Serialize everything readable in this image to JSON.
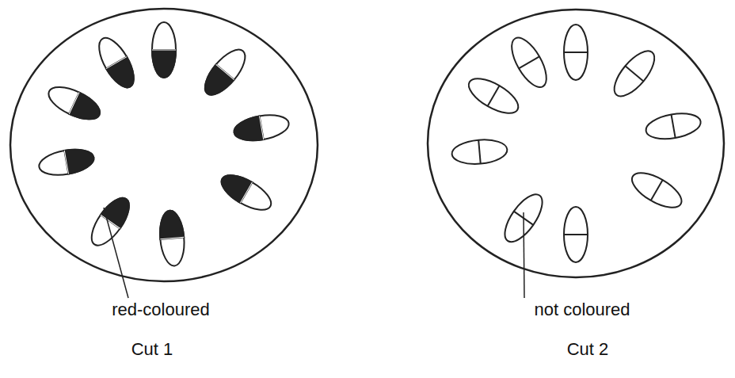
{
  "diagram": {
    "labels": [
      "red-coloured",
      "Cut 1",
      "not coloured",
      "Cut 2"
    ]
  }
}
